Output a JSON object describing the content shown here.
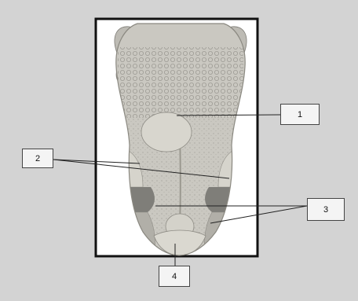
{
  "diagram": {
    "subject": "tongue",
    "labels": [
      {
        "id": "1",
        "text": "1"
      },
      {
        "id": "2",
        "text": "2"
      },
      {
        "id": "3",
        "text": "3"
      },
      {
        "id": "4",
        "text": "4"
      }
    ],
    "colors": {
      "background": "#d3d3d3",
      "frame_border": "#111111",
      "frame_fill": "#ffffff",
      "tongue_base": "#c9c7c0",
      "region_dark": "#8a8a86",
      "region_light": "#d6d4cc",
      "leader_line": "#222222"
    }
  }
}
